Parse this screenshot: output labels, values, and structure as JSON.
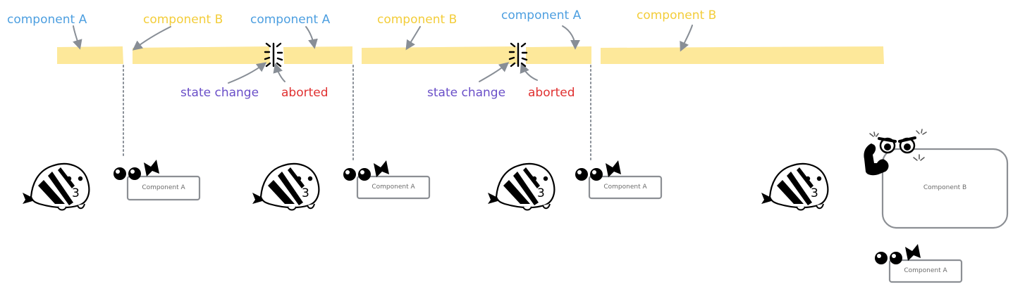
{
  "colors": {
    "component_a": "#4d9fe0",
    "component_b": "#f3cd3a",
    "state_change": "#6a4fc8",
    "aborted": "#e03131",
    "bar": "#fde89a",
    "arrow": "#888e96",
    "box_stroke": "#8c8f94"
  },
  "top_labels": [
    {
      "text": "component A"
    },
    {
      "text": "component B"
    },
    {
      "text": "component A"
    },
    {
      "text": "component B"
    },
    {
      "text": "component A"
    },
    {
      "text": "component B"
    }
  ],
  "events": [
    {
      "state_change": "state change",
      "aborted": "aborted"
    },
    {
      "state_change": "state change",
      "aborted": "aborted"
    }
  ],
  "boxes": [
    {
      "label": "Component A"
    },
    {
      "label": "Component A"
    },
    {
      "label": "Component A"
    },
    {
      "label": "Component B"
    },
    {
      "label": "Component A"
    }
  ],
  "icons": [
    "bee-icon",
    "eyes-with-bow-icon",
    "burst-icon",
    "angry-eyes-icon",
    "flexing-arm-icon"
  ]
}
